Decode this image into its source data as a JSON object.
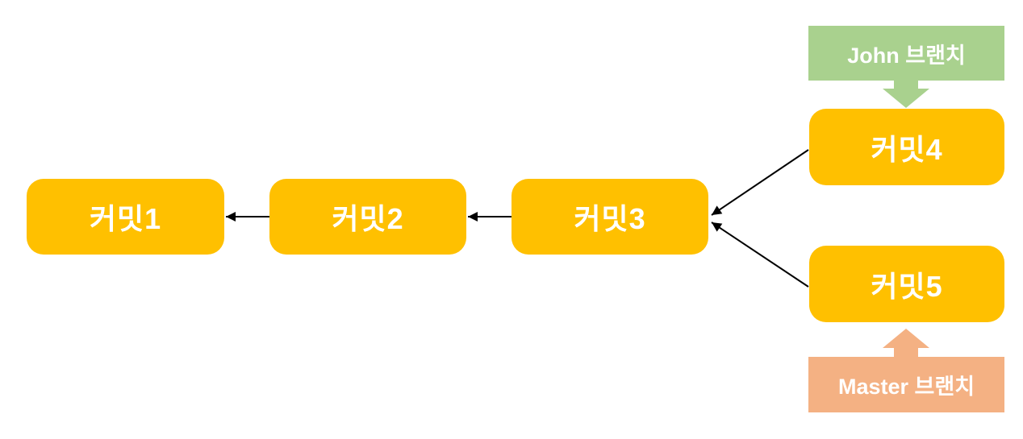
{
  "diagram": {
    "type": "git-commit-graph",
    "nodes": [
      {
        "id": "commit1",
        "label": "커밋1"
      },
      {
        "id": "commit2",
        "label": "커밋2"
      },
      {
        "id": "commit3",
        "label": "커밋3"
      },
      {
        "id": "commit4",
        "label": "커밋4"
      },
      {
        "id": "commit5",
        "label": "커밋5"
      }
    ],
    "branches": [
      {
        "id": "john",
        "label": "John 브랜치",
        "points_to": "commit4",
        "arrow_direction": "down"
      },
      {
        "id": "master",
        "label": "Master 브랜치",
        "points_to": "commit5",
        "arrow_direction": "up"
      }
    ],
    "edges": [
      {
        "from": "커밋2",
        "to": "커밋1"
      },
      {
        "from": "커밋3",
        "to": "커밋2"
      },
      {
        "from": "커밋4",
        "to": "커밋3"
      },
      {
        "from": "커밋5",
        "to": "커밋3"
      }
    ]
  },
  "colors": {
    "commit": "#FFC000",
    "john_branch": "#A9D18E",
    "master_branch": "#F4B183",
    "connector": "#000000",
    "text": "#FFFFFF",
    "background": "#FFFFFF"
  }
}
